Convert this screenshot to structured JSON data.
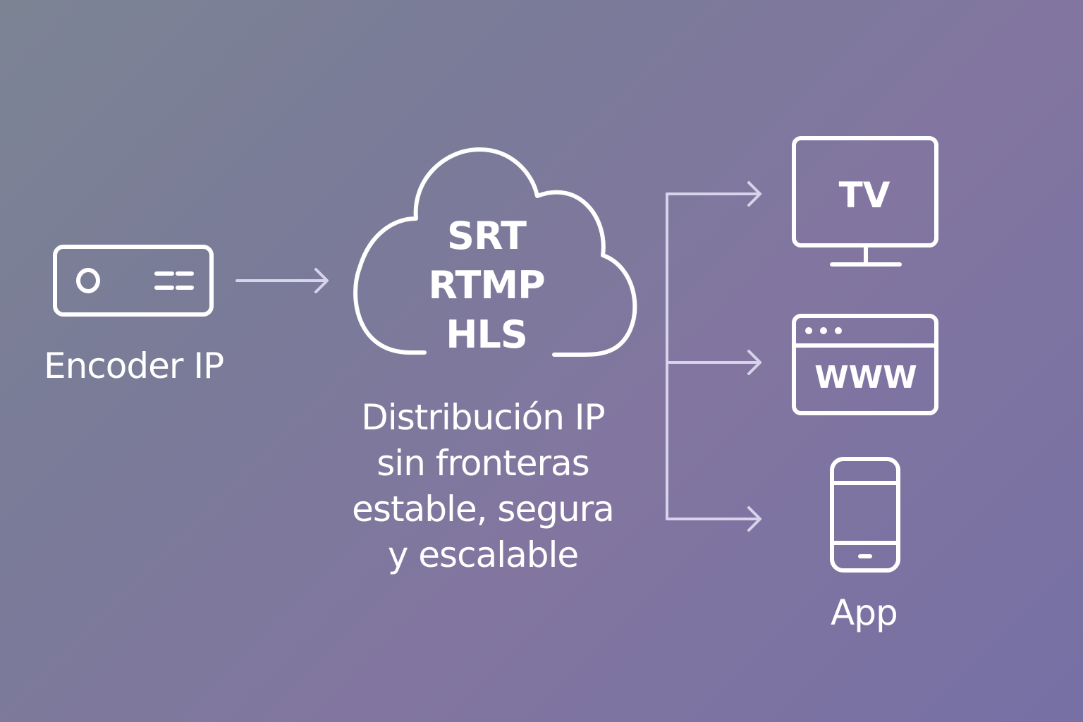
{
  "source": {
    "label": "Encoder IP",
    "icon": "encoder-device-icon"
  },
  "cloud": {
    "icon": "cloud-icon",
    "protocols": [
      "SRT",
      "RTMP",
      "HLS"
    ]
  },
  "tagline": {
    "lines": [
      "Distribución IP",
      "sin fronteras",
      "estable, segura",
      "y escalable"
    ]
  },
  "targets": {
    "tv": {
      "text": "TV",
      "icon": "tv-monitor-icon"
    },
    "web": {
      "text": "WWW",
      "icon": "browser-window-icon"
    },
    "app": {
      "label": "App",
      "icon": "smartphone-icon"
    }
  },
  "colors": {
    "stroke": "#ffffff",
    "connector": "#d6d3ea"
  }
}
